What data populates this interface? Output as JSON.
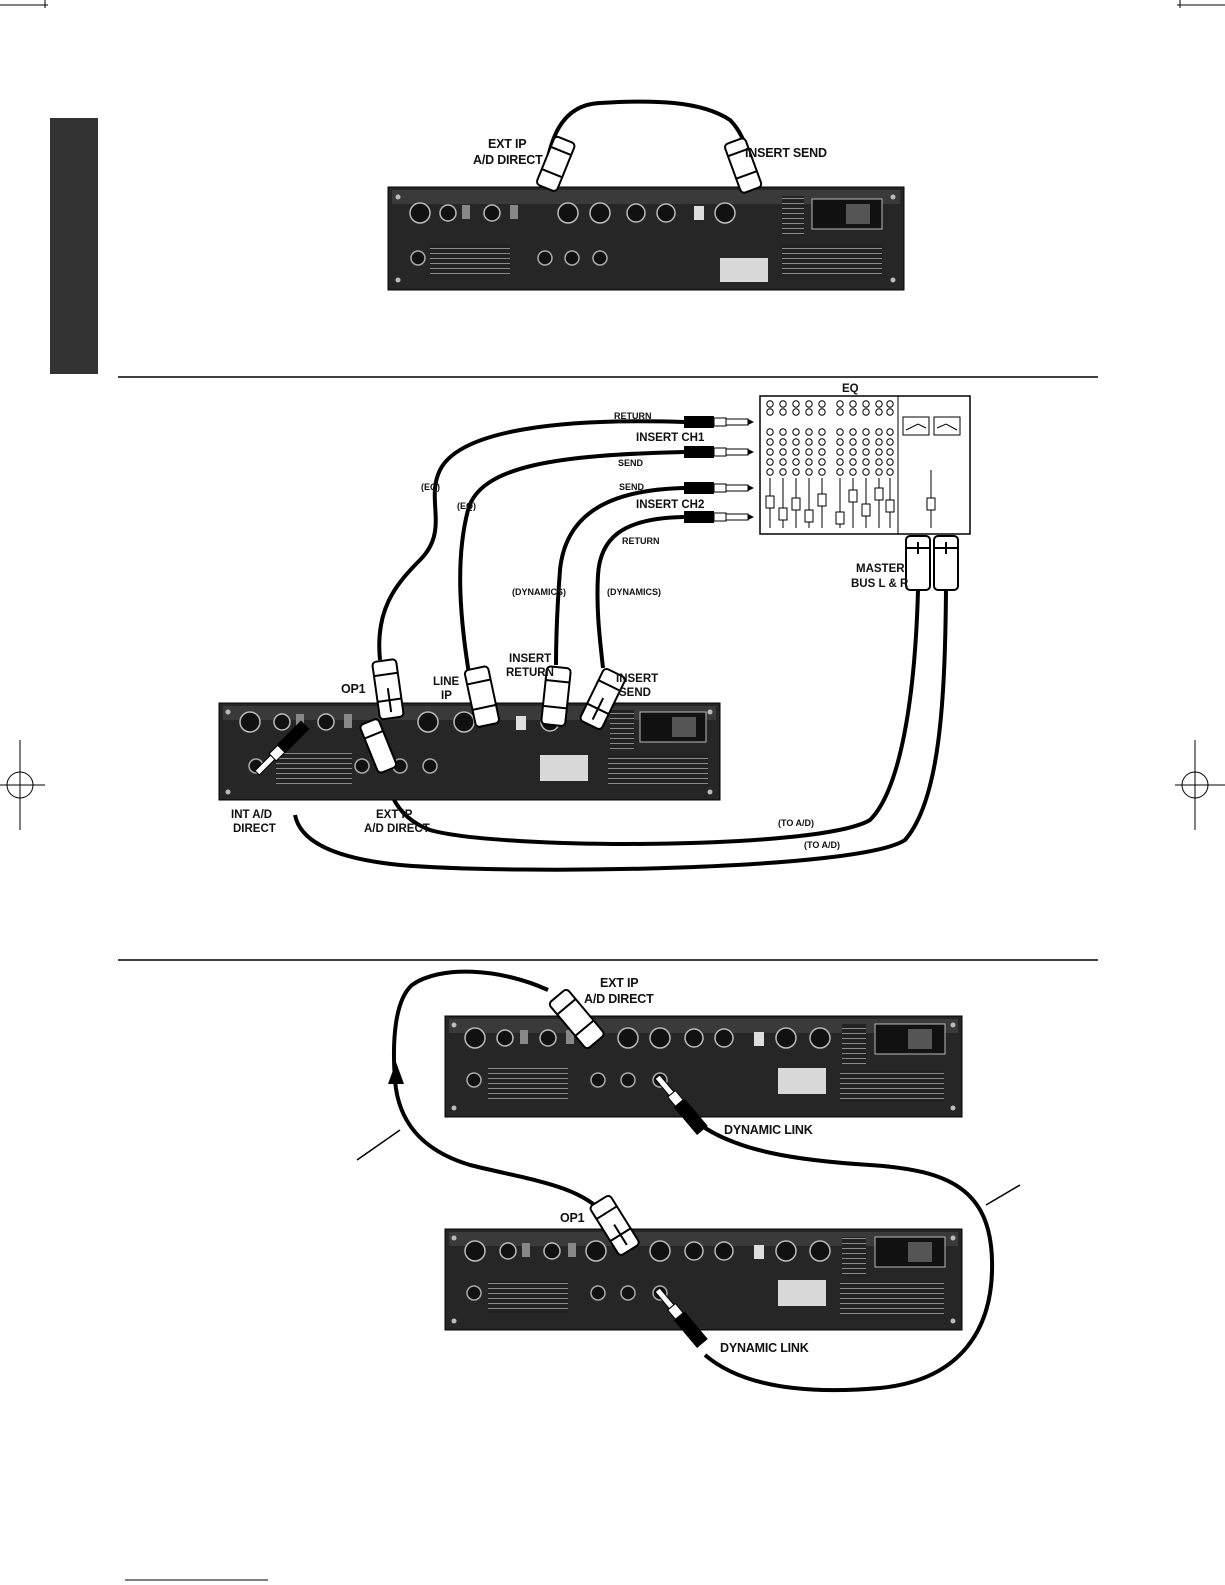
{
  "diagram1": {
    "labels": {
      "ext_ip_line1": "EXT IP",
      "ext_ip_line2": "A/D DIRECT",
      "insert_send": "INSERT SEND"
    }
  },
  "diagram2": {
    "labels": {
      "eq_title": "EQ",
      "return_top": "RETURN",
      "insert_ch1": "INSERT CH1",
      "send_1": "SEND",
      "send_2": "SEND",
      "insert_ch2": "INSERT CH2",
      "return_2": "RETURN",
      "eq_1": "(EQ)",
      "eq_2": "(EQ)",
      "dynamics_1": "(DYNAMICS)",
      "dynamics_2": "(DYNAMICS)",
      "master_line1": "MASTER",
      "master_line2": "BUS L & R",
      "op1": "OP1",
      "line_ip_line1": "LINE",
      "line_ip_line2": "IP",
      "insert_return_line1": "INSERT",
      "insert_return_line2": "RETURN",
      "insert_send_line1": "INSERT",
      "insert_send_line2": "SEND",
      "int_ad_line1": "INT A/D",
      "int_ad_line2": "DIRECT",
      "ext_ip_line1": "EXT IP",
      "ext_ip_line2": "A/D DIRECT",
      "to_ad_1": "(TO A/D)",
      "to_ad_2": "(TO A/D)"
    }
  },
  "diagram3": {
    "labels": {
      "ext_ip_line1": "EXT IP",
      "ext_ip_line2": "A/D DIRECT",
      "dynamic_link_1": "DYNAMIC LINK",
      "op1": "OP1",
      "dynamic_link_2": "DYNAMIC LINK"
    }
  },
  "colors": {
    "ink": "#111111",
    "panel": "#262626",
    "tab": "#333333"
  }
}
